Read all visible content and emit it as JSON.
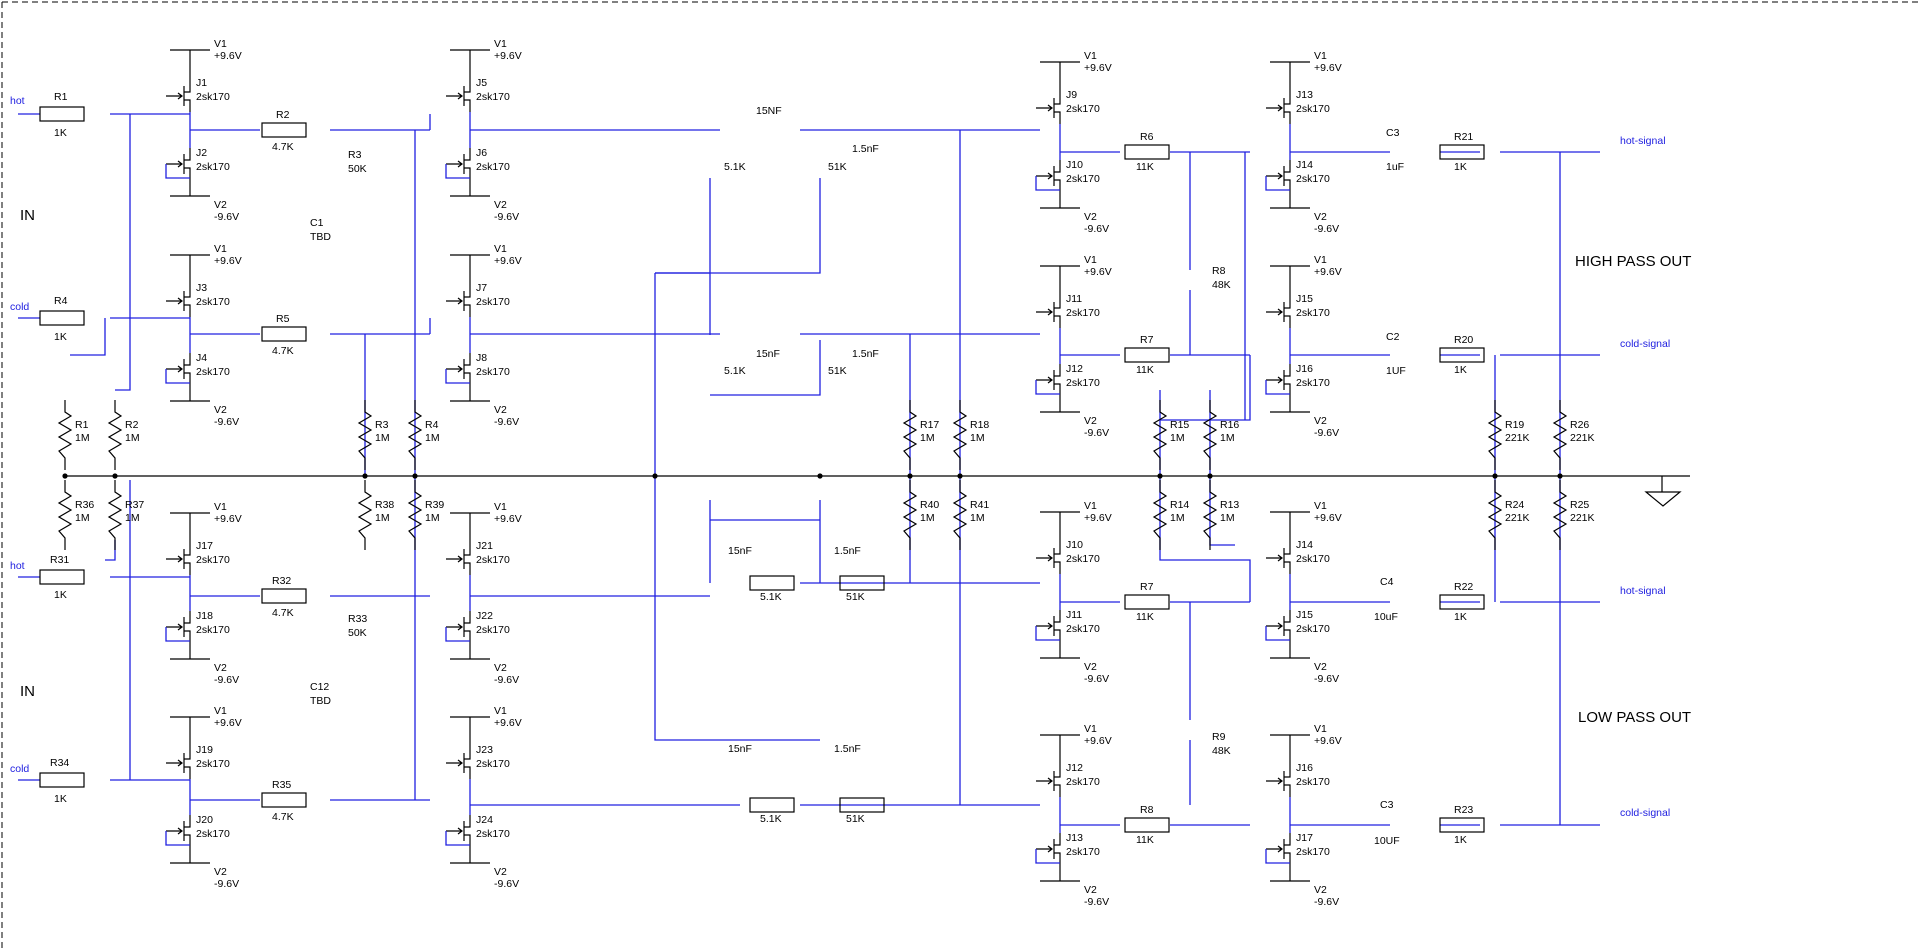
{
  "labels": {
    "in": "IN",
    "high_pass_out": "HIGH PASS OUT",
    "low_pass_out": "LOW PASS OUT"
  },
  "ports": {
    "hot": "hot",
    "cold": "cold",
    "hot_signal": "hot-signal",
    "cold_signal": "cold-signal"
  },
  "supplies": {
    "v1_name": "V1",
    "v1_value": "+9.6V",
    "v2_name": "V2",
    "v2_value": "-9.6V"
  },
  "jfet_part": "2sk170",
  "stages": {
    "input_top": {
      "r_in_hot": {
        "name": "R1",
        "value": "1K"
      },
      "r_in_cold": {
        "name": "R4",
        "value": "1K"
      },
      "j_hot": [
        "J1",
        "J2"
      ],
      "j_cold": [
        "J3",
        "J4"
      ],
      "r_series_hot": {
        "name": "R2",
        "value": "4.7K"
      },
      "r_series_cold": {
        "name": "R5",
        "value": "4.7K"
      },
      "pot": {
        "name": "R3",
        "value": "50K"
      },
      "cap": {
        "name": "C1",
        "value": "TBD"
      },
      "buf_hot": [
        "J5",
        "J6"
      ],
      "buf_cold": [
        "J7",
        "J8"
      ]
    },
    "input_bottom": {
      "r_in_hot": {
        "name": "R31",
        "value": "1K"
      },
      "r_in_cold": {
        "name": "R34",
        "value": "1K"
      },
      "j_hot": [
        "J17",
        "J18"
      ],
      "j_cold": [
        "J19",
        "J20"
      ],
      "r_series_hot": {
        "name": "R32",
        "value": "4.7K"
      },
      "r_series_cold": {
        "name": "R35",
        "value": "4.7K"
      },
      "pot": {
        "name": "R33",
        "value": "50K"
      },
      "cap": {
        "name": "C12",
        "value": "TBD"
      },
      "buf_hot": [
        "J21",
        "J22"
      ],
      "buf_cold": [
        "J23",
        "J24"
      ]
    },
    "bias": [
      {
        "name": "R1",
        "value": "1M"
      },
      {
        "name": "R2",
        "value": "1M"
      },
      {
        "name": "R36",
        "value": "1M"
      },
      {
        "name": "R37",
        "value": "1M"
      },
      {
        "name": "R3",
        "value": "1M"
      },
      {
        "name": "R4",
        "value": "1M"
      },
      {
        "name": "R38",
        "value": "1M"
      },
      {
        "name": "R39",
        "value": "1M"
      },
      {
        "name": "R17",
        "value": "1M"
      },
      {
        "name": "R18",
        "value": "1M"
      },
      {
        "name": "R40",
        "value": "1M"
      },
      {
        "name": "R41",
        "value": "1M"
      },
      {
        "name": "R15",
        "value": "1M"
      },
      {
        "name": "R16",
        "value": "1M"
      },
      {
        "name": "R14",
        "value": "1M"
      },
      {
        "name": "R13",
        "value": "1M"
      },
      {
        "name": "R19",
        "value": "221K"
      },
      {
        "name": "R26",
        "value": "221K"
      },
      {
        "name": "R24",
        "value": "221K"
      },
      {
        "name": "R25",
        "value": "221K"
      }
    ],
    "high_pass_filter": {
      "C7": "15NF",
      "C4": "1.5nF",
      "C6": "15nF",
      "C5": "1.5nF",
      "R10": "5.1K",
      "R9": "51K",
      "R12": "5.1K",
      "R11": "51K"
    },
    "low_pass_filter": {
      "C9": "15nF",
      "C8": "1.5nF",
      "C11": "15nF",
      "C10": "1.5nF",
      "R29": "5.1K",
      "R27": "51K",
      "R30": "5.1K",
      "R28": "51K"
    },
    "output_high": {
      "buf_hot": [
        "J9",
        "J10"
      ],
      "buf_cold": [
        "J11",
        "J12"
      ],
      "r_hot": {
        "name": "R6",
        "value": "11K"
      },
      "r_cold": {
        "name": "R7",
        "value": "11K"
      },
      "pot": {
        "name": "R8",
        "value": "48K"
      },
      "out_hot": [
        "J13",
        "J14"
      ],
      "out_cold": [
        "J15",
        "J16"
      ],
      "cap_hot": {
        "name": "C3",
        "value": "1uF"
      },
      "cap_cold": {
        "name": "C2",
        "value": "1UF"
      },
      "r_out_hot": {
        "name": "R21",
        "value": "1K"
      },
      "r_out_cold": {
        "name": "R20",
        "value": "1K"
      }
    },
    "output_low": {
      "buf_hot": [
        "J10",
        "J11"
      ],
      "buf_cold": [
        "J12",
        "J13"
      ],
      "r_hot": {
        "name": "R7",
        "value": "11K"
      },
      "r_cold": {
        "name": "R8",
        "value": "11K"
      },
      "pot": {
        "name": "R9",
        "value": "48K"
      },
      "out_hot": [
        "J14",
        "J15"
      ],
      "out_cold": [
        "J16",
        "J17"
      ],
      "cap_hot": {
        "name": "C4",
        "value": "10uF"
      },
      "cap_cold": {
        "name": "C3",
        "value": "10UF"
      },
      "r_out_hot": {
        "name": "R22",
        "value": "1K"
      },
      "r_out_cold": {
        "name": "R23",
        "value": "1K"
      }
    }
  }
}
